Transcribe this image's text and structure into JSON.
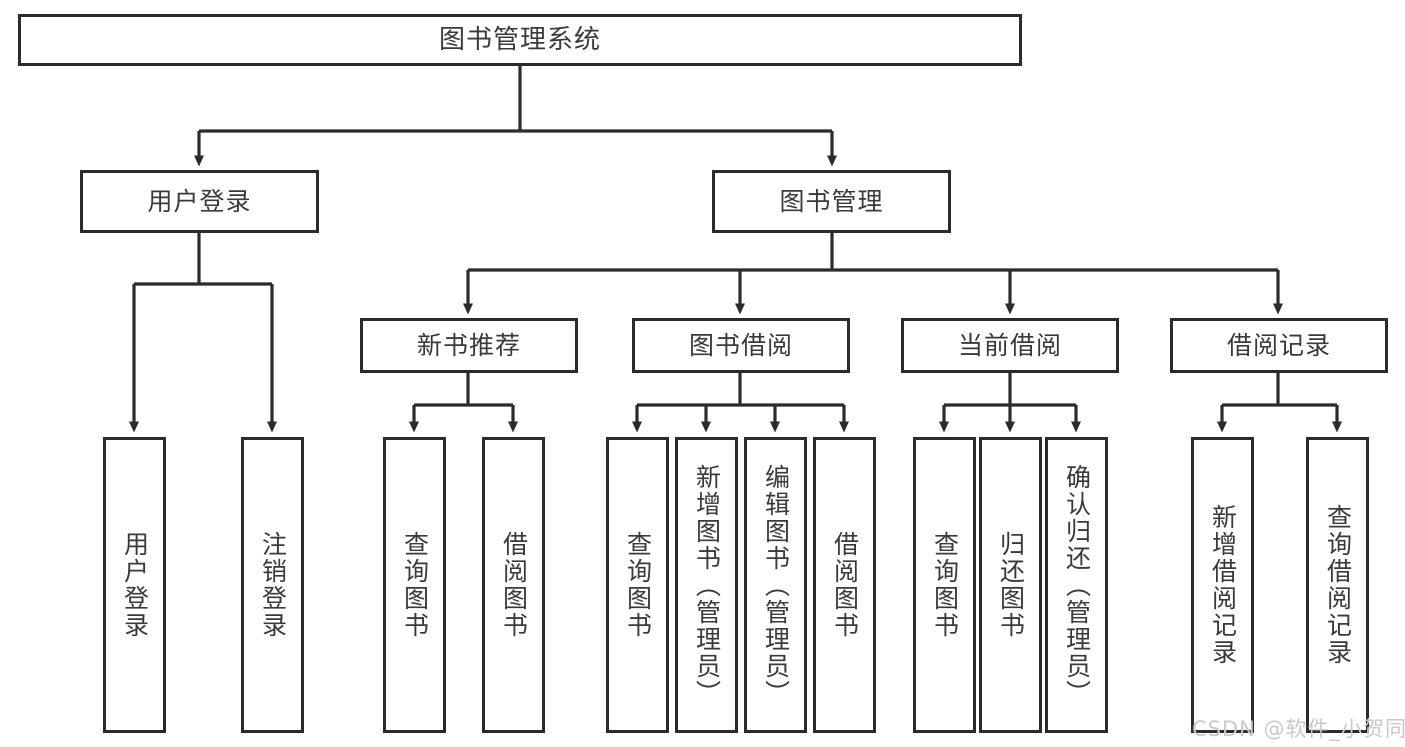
{
  "diagram": {
    "title_text": "图书管理系统",
    "watermark": "CSDN @软件_小贺同学",
    "colors": {
      "box_border": "#2b2b2b",
      "box_fill": "#ffffff",
      "text": "#3a3a3a",
      "edge": "#2b2b2b",
      "watermark": "#c9c9c9",
      "background": "#ffffff"
    },
    "nodes": {
      "root": {
        "label": "图书管理系统"
      },
      "level2": [
        {
          "label": "用户登录"
        },
        {
          "label": "图书管理"
        }
      ],
      "level3": [
        {
          "label": "新书推荐"
        },
        {
          "label": "图书借阅"
        },
        {
          "label": "当前借阅"
        },
        {
          "label": "借阅记录"
        }
      ],
      "leaves_user_login": [
        {
          "label": "用户登录"
        },
        {
          "label": "注销登录"
        }
      ],
      "leaves_new_book": [
        {
          "label": "查询图书"
        },
        {
          "label": "借阅图书"
        }
      ],
      "leaves_borrow": [
        {
          "label": "查询图书"
        },
        {
          "label": "新增图书（管理员）"
        },
        {
          "label": "编辑图书（管理员）"
        },
        {
          "label": "借阅图书"
        }
      ],
      "leaves_current": [
        {
          "label": "查询图书"
        },
        {
          "label": "归还图书"
        },
        {
          "label": "确认归还（管理员）"
        }
      ],
      "leaves_records": [
        {
          "label": "新增借阅记录"
        },
        {
          "label": "查询借阅记录"
        }
      ]
    }
  }
}
